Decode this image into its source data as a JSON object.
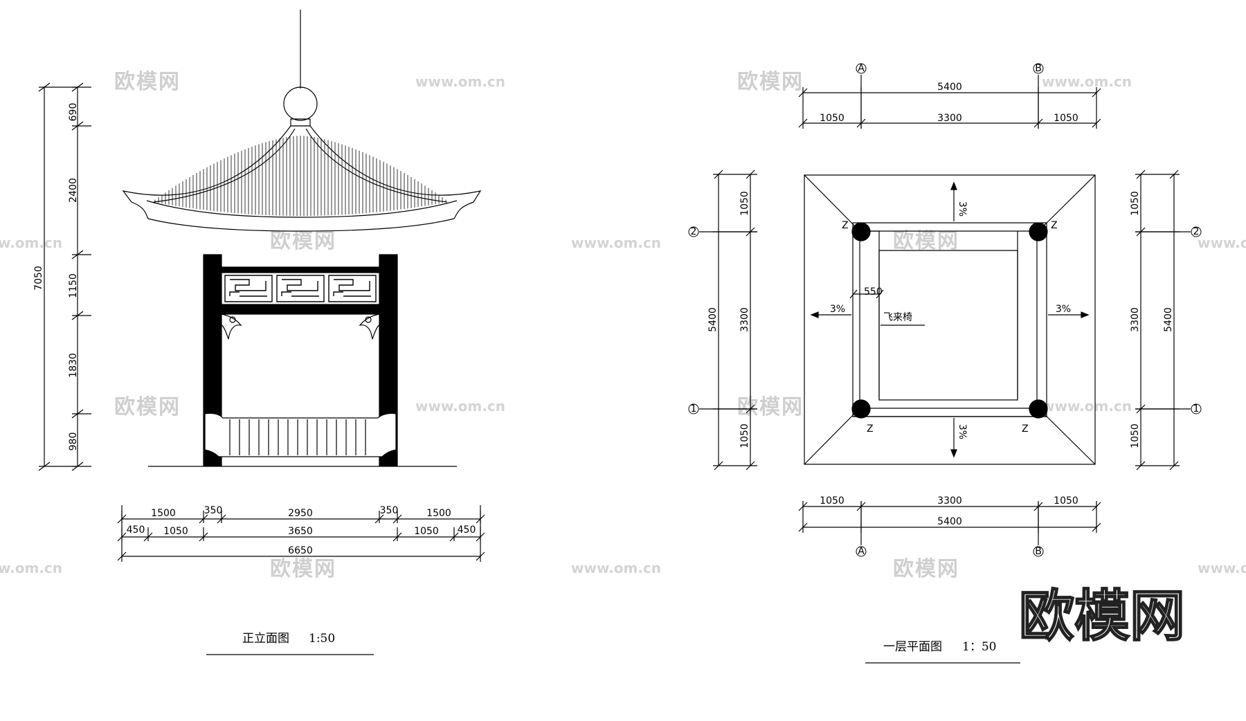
{
  "watermark": {
    "brand": "欧模网",
    "url": "www.om.cn",
    "corner_logo": "欧模网"
  },
  "elevation": {
    "title": "正立面图",
    "scale": "1:50",
    "dims_vertical": [
      "690",
      "2400",
      "1150",
      "1830",
      "980"
    ],
    "dim_total_height": "7050",
    "dims_row1": [
      "1500",
      "350",
      "2950",
      "350",
      "1500"
    ],
    "dims_row2": [
      "450",
      "1050",
      "3650",
      "1050",
      "450"
    ],
    "dim_total_width": "6650"
  },
  "plan": {
    "title": "一层平面图",
    "scale": "1：50",
    "axis_top": [
      "A",
      "B"
    ],
    "axis_side": [
      "2",
      "1"
    ],
    "dims_top_total": "5400",
    "dims_top_parts": [
      "1050",
      "3300",
      "1050"
    ],
    "dims_bottom_parts": [
      "1050",
      "3300",
      "1050"
    ],
    "dims_bottom_total": "5400",
    "dims_left_parts": [
      "1050",
      "3300",
      "1050"
    ],
    "dims_left_total": "5400",
    "dims_right_parts": [
      "1050",
      "3300",
      "1050"
    ],
    "dims_right_total": "5400",
    "slope": "3%",
    "column_tag": "Z",
    "bench_depth": "550",
    "bench_label": "飞来椅"
  }
}
